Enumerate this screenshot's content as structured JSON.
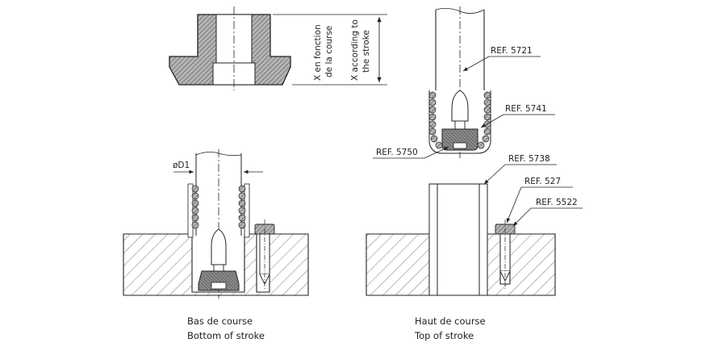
{
  "dimension": {
    "x_fr_line1": "X en fonction",
    "x_fr_line2": "de la course",
    "x_en_line1": "X according to",
    "x_en_line2": "the stroke"
  },
  "references": {
    "r5721": "REF. 5721",
    "r5741": "REF. 5741",
    "r5750": "REF. 5750",
    "r5738": "REF. 5738",
    "r527": "REF. 527",
    "r5522": "REF. 5522"
  },
  "diameter_label": "øD1",
  "captions": {
    "bottom_fr": "Bas de course",
    "bottom_en": "Bottom of stroke",
    "top_fr": "Haut de course",
    "top_en": "Top of stroke"
  },
  "colors": {
    "line": "#222222",
    "hatch_dark": "#9a9a9a",
    "hatch_light": "#bdbdbd",
    "insert_fill": "#8c8c8c"
  }
}
